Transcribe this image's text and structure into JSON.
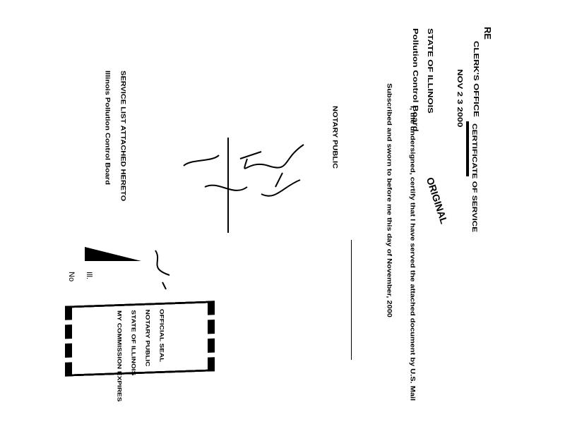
{
  "header": {
    "re": "RE",
    "clerks_office": "CLERK'S OFFICE",
    "date_stamp": "NOV 2 3 2000",
    "state": "STATE OF ILLINOIS",
    "board": "Pollution Control Board"
  },
  "title": "CERTIFICATE OF SERVICE",
  "original_mark": "ORIGINAL",
  "body_lines": [
    "I, the undersigned, certify that I have served the attached document by U.S. Mail",
    "Subscribed and sworn to before me this day of November, 2000",
    "NOTARY PUBLIC"
  ],
  "footer_lines": [
    "SERVICE LIST ATTACHED HERETO",
    "Illinois Pollution Control Board"
  ],
  "notary_seal": {
    "lines": [
      "OFFICIAL SEAL",
      "NOTARY PUBLIC",
      "STATE OF ILLINOIS",
      "MY COMMISSION EXPIRES"
    ]
  },
  "side_marks": [
    "No",
    "Ill."
  ]
}
